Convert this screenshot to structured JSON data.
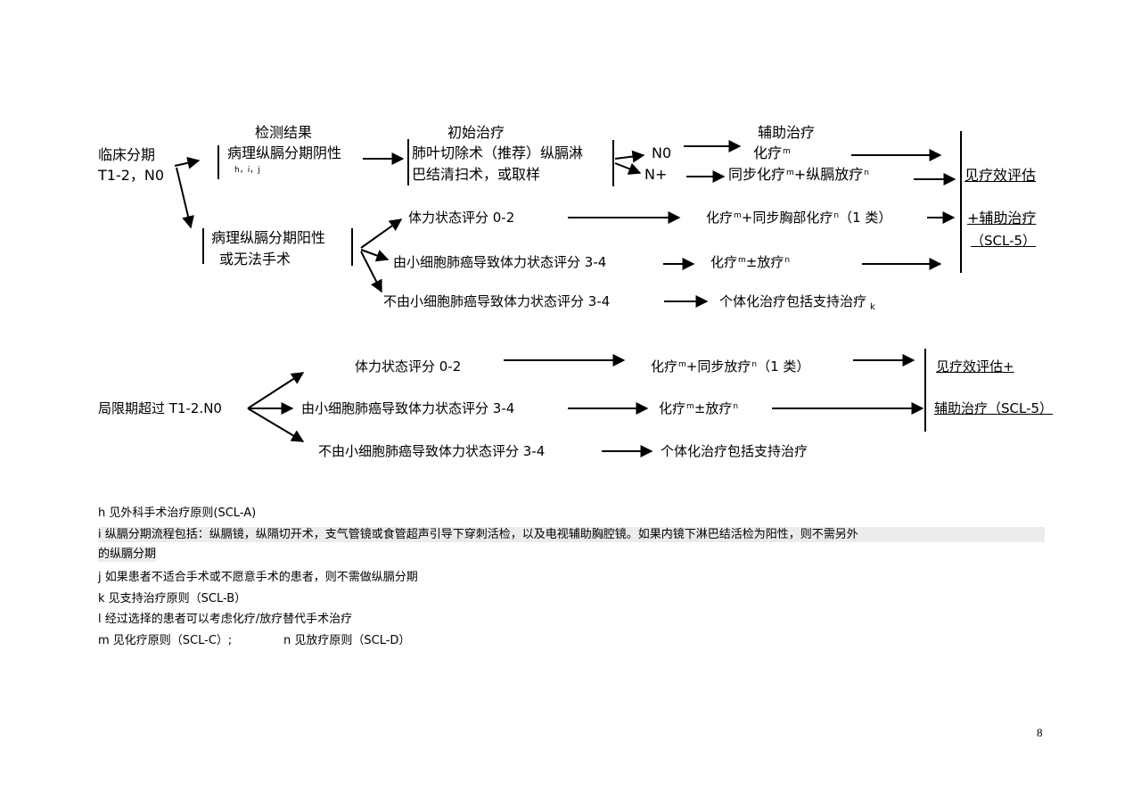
{
  "flow1": {
    "header_test": "检测结果",
    "header_initial": "初始治疗",
    "header_adjuvant": "辅助治疗",
    "stage_line1": "临床分期",
    "stage_line2": "T1-2，N0",
    "neg": "病理纵膈分期阴性",
    "neg_refs": "h，i，j",
    "surgery_line1": "肺叶切除术（推荐）纵膈淋",
    "surgery_line2": "巴结清扫术，或取样",
    "n0": "N0",
    "nplus": "N+",
    "chemo_a": "化疗",
    "chemo_a_sup": "m",
    "chemo_b": "同步化疗",
    "chemo_b_sup": "m",
    "chemo_b_2": "+纵膈放疗",
    "chemo_b_sup2": "n",
    "pos_line1": "病理纵膈分期阳性",
    "pos_line2": "或无法手术",
    "ps02": "体力状态评分  0-2",
    "ps_sclc": "由小细胞肺癌导致体力状态评分 3-4",
    "ps_not": "不由小细胞肺癌导致体力状态评分 3-4",
    "tx1": "化疗",
    "tx1_sup": "m",
    "tx1_b": "+同步胸部化疗",
    "tx1_sup2": "n",
    "tx1_c": "（1 类）",
    "tx2": "化疗",
    "tx2_sup": "m",
    "tx2_b": "±放疗",
    "tx2_sup2": "n",
    "tx3": "个体化治疗包括支持治疗",
    "tx3_sub": "k",
    "result_line1": "见疗效评估",
    "result_line2": "+辅助治疗",
    "result_line3": "（SCL-5）"
  },
  "flow2": {
    "stage": "局限期超过 T1-2.N0",
    "ps02": "体力状态评分 0-2",
    "ps_sclc": "由小细胞肺癌导致体力状态评分 3-4",
    "ps_not": "不由小细胞肺癌导致体力状态评分 3-4",
    "tx1": "化疗",
    "tx1_sup": "m",
    "tx1_b": "+同步放疗",
    "tx1_sup2": "n",
    "tx1_c": "（1 类）",
    "tx2": "化疗",
    "tx2_sup": "m",
    "tx2_b": "±放疗",
    "tx2_sup2": "n",
    "tx3": "个体化治疗包括支持治疗",
    "result_line1": "见疗效评估+",
    "result_line2": "辅助治疗（SCL-5）"
  },
  "footnotes": {
    "h": "h    见外科手术治疗原则(SCL-A)",
    "i_line1": "i    纵膈分期流程包括：纵膈镜，纵隔切开术，支气管镜或食管超声引导下穿刺活检，以及电视辅助胸腔镜。如果内镜下淋巴结活检为阳性，则不需另外",
    "i_line2": "的纵膈分期",
    "j": "j    如果患者不适合手术或不愿意手术的患者，则不需做纵膈分期",
    "k": "k    见支持治疗原则（SCL-B）",
    "l": "l    经过选择的患者可以考虑化疗/放疗替代手术治疗",
    "m": "m  见化疗原则（SCL-C）;",
    "n": "n    见放疗原则（SCL-D）"
  },
  "page_number": "8"
}
